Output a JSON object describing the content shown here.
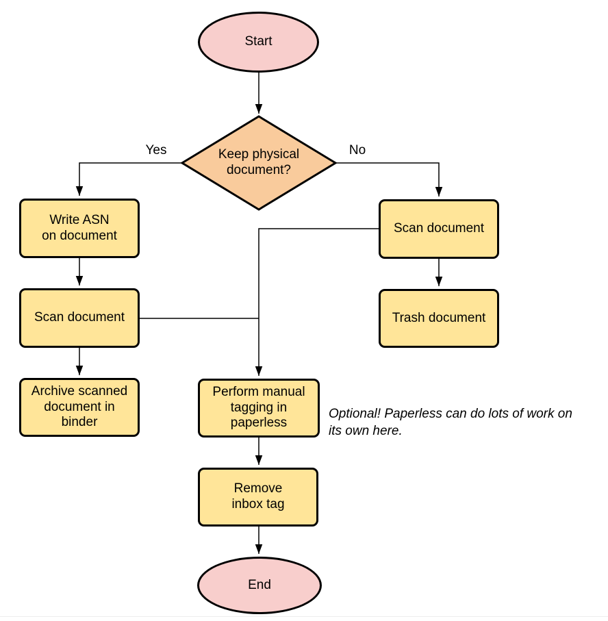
{
  "flowchart": {
    "nodes": {
      "start": {
        "label": "Start"
      },
      "decision": {
        "label": "Keep physical\ndocument?"
      },
      "write_asn": {
        "label": "Write ASN\non document"
      },
      "scan_left": {
        "label": "Scan document"
      },
      "archive": {
        "label": "Archive scanned\ndocument in\nbinder"
      },
      "scan_right": {
        "label": "Scan document"
      },
      "trash": {
        "label": "Trash document"
      },
      "tagging": {
        "label": "Perform manual\ntagging in\npaperless"
      },
      "remove_inbox": {
        "label": "Remove\ninbox tag"
      },
      "end": {
        "label": "End"
      }
    },
    "edge_labels": {
      "yes": "Yes",
      "no": "No"
    },
    "note": "Optional! Paperless can do lots of work on\nits own here.",
    "colors": {
      "terminator_fill": "#f8cecc",
      "decision_fill": "#f9cb9c",
      "process_fill": "#ffe599",
      "stroke": "#000000"
    }
  }
}
